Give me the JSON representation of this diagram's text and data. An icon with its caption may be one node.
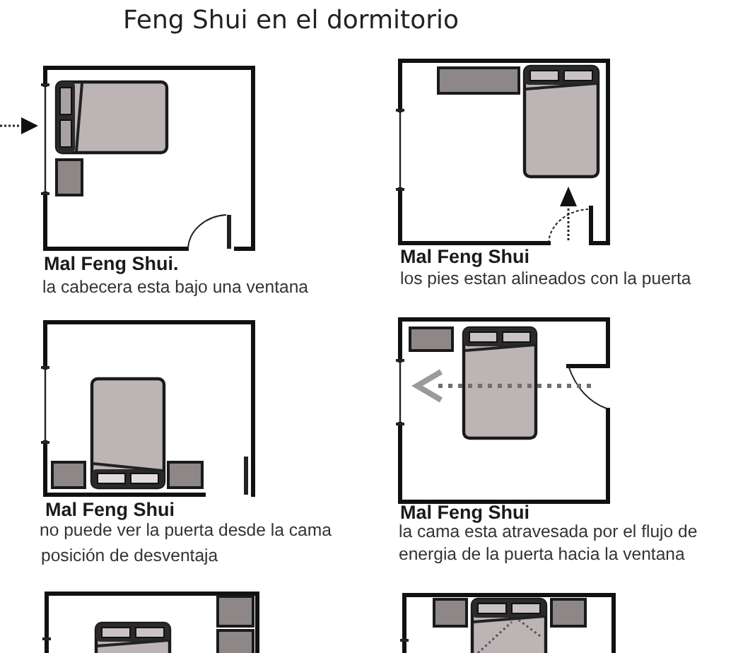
{
  "diagram": {
    "title": "Feng Shui en el dormitorio",
    "labels": [
      "Mal Feng Shui.",
      "la cabecera esta bajo una ventana",
      "Mal Feng Shui",
      "los pies estan alineados con la puerta",
      "Mal Feng Shui",
      "no puede ver la puerta desde la cama",
      "posición de desventaja",
      "Mal Feng Shui",
      "la cama esta atravesada por el flujo de energia de la puerta hacia la ventana"
    ]
  }
}
